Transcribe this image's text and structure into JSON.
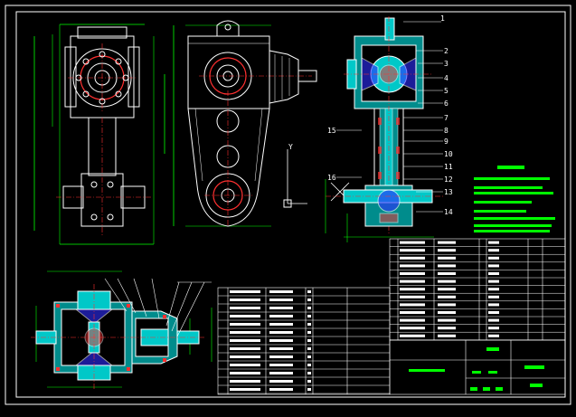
{
  "drawing": {
    "background": "#000000",
    "colors": {
      "outline": "#ffffff",
      "dimension": "#00ff00",
      "section_fill": "#00c8c8",
      "center_line": "#ff3030",
      "hatch": "#3030ff",
      "accent": "#ffff00"
    },
    "top_views": [
      {
        "name": "left-front-view"
      },
      {
        "name": "center-side-view"
      },
      {
        "name": "right-section-view"
      }
    ],
    "bottom_views": [
      {
        "name": "bottom-left-section-view"
      }
    ],
    "balloon_labels": [
      "1",
      "2",
      "3",
      "4",
      "5",
      "6",
      "7",
      "8",
      "9",
      "10",
      "11",
      "12",
      "13",
      "14",
      "15",
      "16"
    ],
    "axis_symbol": "Y"
  }
}
